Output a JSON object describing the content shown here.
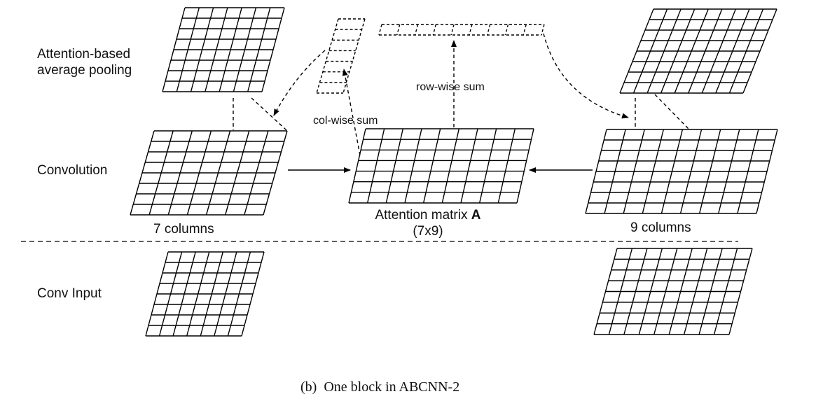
{
  "rows": {
    "pooling": "Attention-based\naverage pooling",
    "convolution": "Convolution",
    "conv_input": "Conv Input"
  },
  "labels": {
    "left_columns": "7 columns",
    "right_columns": "9 columns",
    "attention_matrix_prefix": "Attention matrix ",
    "attention_matrix_symbol": "A",
    "attention_matrix_dims": "(7x9)",
    "col_wise_sum": "col-wise sum",
    "row_wise_sum": "row-wise sum"
  },
  "caption": "(b)  One block in ABCNN-2",
  "colors": {
    "stroke": "#000000",
    "background": "#ffffff"
  }
}
